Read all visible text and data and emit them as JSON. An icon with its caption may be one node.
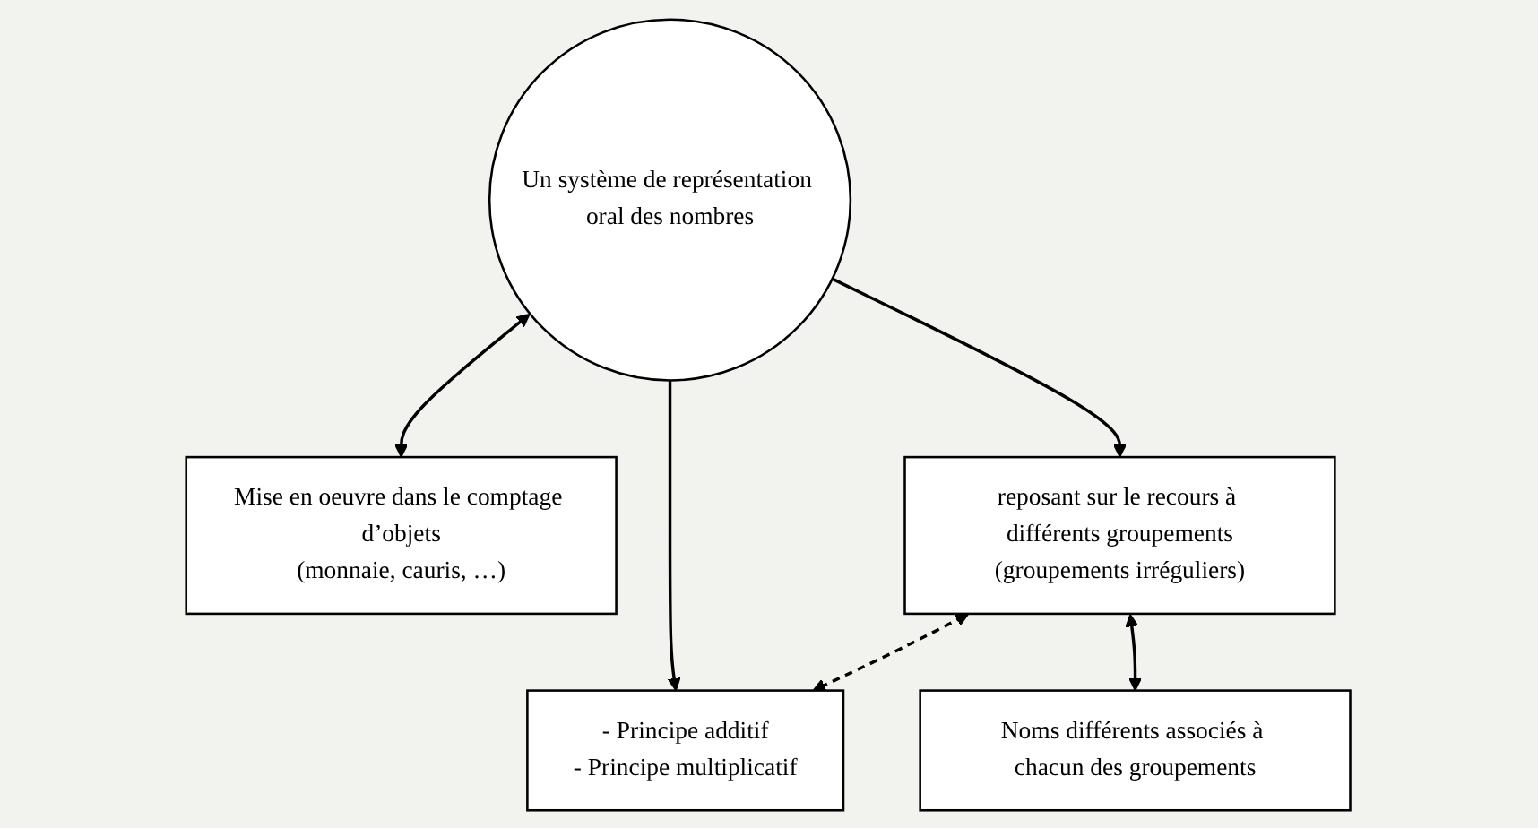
{
  "diagram": {
    "nodes": [
      {
        "text": [
          "Un système de représentation oral des nombres"
        ]
      },
      {
        "text": [
          "Mise en oeuvre dans le comptage d’objets",
          "(monnaie, cauris, …)"
        ]
      },
      {
        "text": [
          "reposant sur le recours à différents groupements",
          "(groupements irréguliers)"
        ]
      },
      {
        "text": [
          "- Principe additif",
          "- Principe multiplicatif"
        ]
      },
      {
        "text": [
          "Noms différents associés à chacun des groupements"
        ]
      }
    ],
    "edges": [
      {
        "from": 0,
        "to": 1,
        "arrow": "both"
      },
      {
        "from": 0,
        "to": 2,
        "arrow": "to"
      },
      {
        "from": 0,
        "to": 3,
        "arrow": "to"
      },
      {
        "from": 2,
        "to": 3,
        "arrow": "both",
        "style": "dashed"
      },
      {
        "from": 2,
        "to": 4,
        "arrow": "both"
      }
    ]
  }
}
